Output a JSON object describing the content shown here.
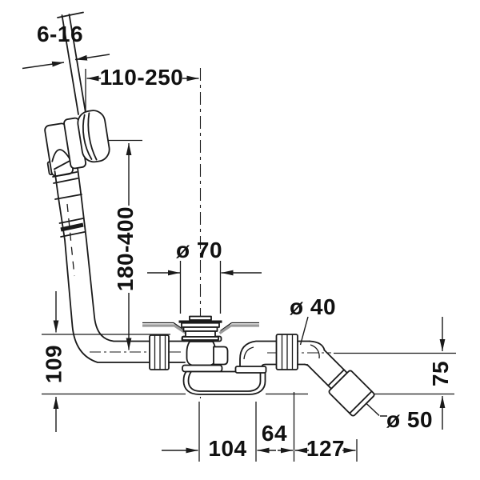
{
  "diagram": {
    "kind": "technical-drawing",
    "subject": "bathtub waste and overflow fitting with cable-operated rotary knob, trap and 45-degree outlet",
    "units": "mm",
    "colors": {
      "line": "#1a1a1a",
      "text": "#111111",
      "tub_floor": "#9b9b9b",
      "background": "#ffffff"
    }
  },
  "labels": {
    "panel_thickness": "6-16",
    "horizontal_range": "110-250",
    "vertical_range": "180-400",
    "flange_diameter": "ø 70",
    "pipe_diameter": "ø 40",
    "left_height": "109",
    "right_height": "75",
    "outlet_diameter": "ø 50",
    "width_trap": "104",
    "width_elbow": "64",
    "width_outlet": "127"
  }
}
